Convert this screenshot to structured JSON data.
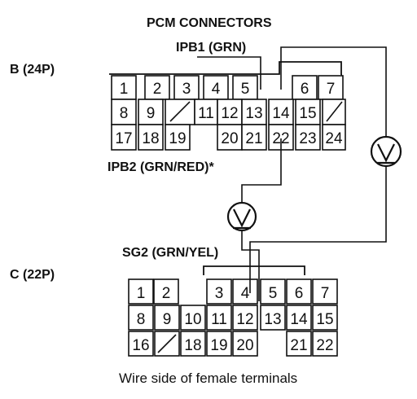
{
  "title": "PCM CONNECTORS",
  "ipb1_label": "IPB1 (GRN)",
  "ipb2_label": "IPB2 (GRN/RED)*",
  "sg2_label": "SG2 (GRN/YEL)",
  "connector_b": {
    "label": "B (24P)",
    "rows": [
      [
        "1",
        "2",
        "3",
        "4",
        "5",
        "",
        "6",
        "7"
      ],
      [
        "8",
        "9",
        "/",
        "11",
        "12",
        "13",
        "14",
        "15",
        "/"
      ],
      [
        "17",
        "18",
        "19",
        "",
        "20",
        "21",
        "22",
        "23",
        "24"
      ]
    ]
  },
  "connector_c": {
    "label": "C (22P)",
    "rows": [
      [
        "1",
        "2",
        "",
        "3",
        "4",
        "5",
        "6",
        "7"
      ],
      [
        "8",
        "9",
        "10",
        "11",
        "12",
        "13",
        "14",
        "15"
      ],
      [
        "16",
        "/",
        "18",
        "19",
        "20",
        "",
        "21",
        "22"
      ]
    ]
  },
  "caption": "Wire side of female terminals",
  "meter_symbol": "V"
}
